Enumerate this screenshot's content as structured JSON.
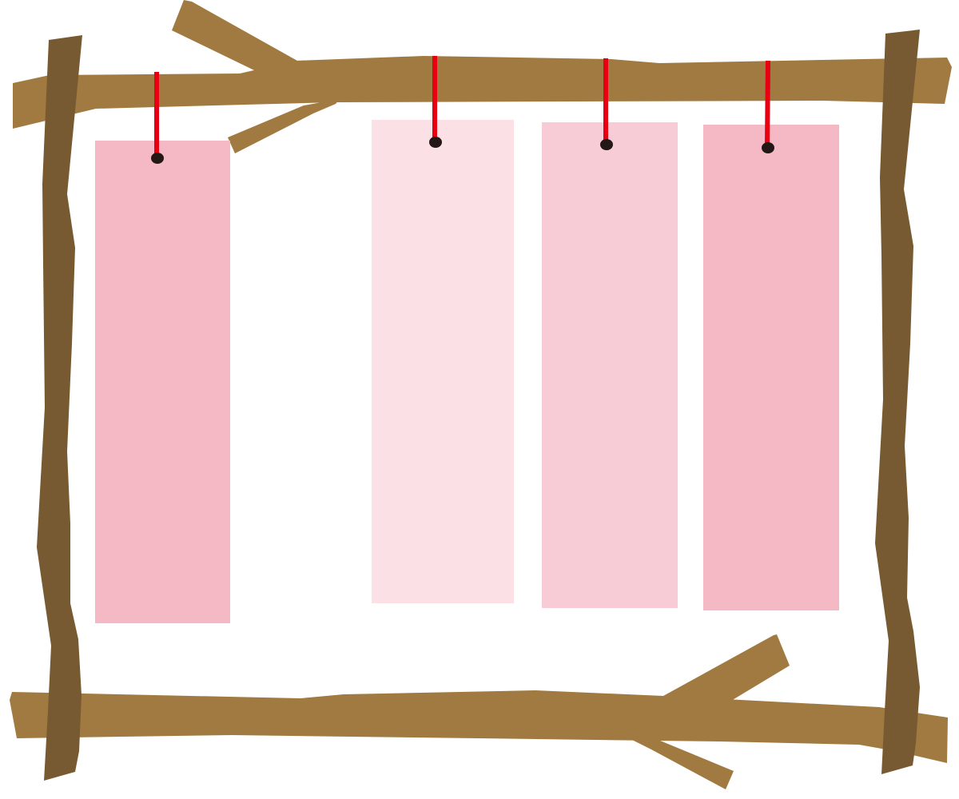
{
  "colors": {
    "background": "#ffffff",
    "branch_light": "#a07a40",
    "branch_dark": "#775a31",
    "string_red": "#e60012",
    "knot": "#231815",
    "tag_pink_medium": "#f5b8c5",
    "tag_pink_pale": "#fbe0e6",
    "tag_pink_soft": "#f8ccd6"
  },
  "frame": {
    "material": "wooden-branches",
    "branches": [
      "top-horizontal",
      "bottom-horizontal",
      "left-vertical",
      "right-vertical"
    ]
  },
  "tags": [
    {
      "id": "tag-1",
      "fill": "tag_pink_medium",
      "text": ""
    },
    {
      "id": "tag-2",
      "fill": "tag_pink_pale",
      "text": ""
    },
    {
      "id": "tag-3",
      "fill": "tag_pink_soft",
      "text": ""
    },
    {
      "id": "tag-4",
      "fill": "tag_pink_medium",
      "text": ""
    }
  ]
}
